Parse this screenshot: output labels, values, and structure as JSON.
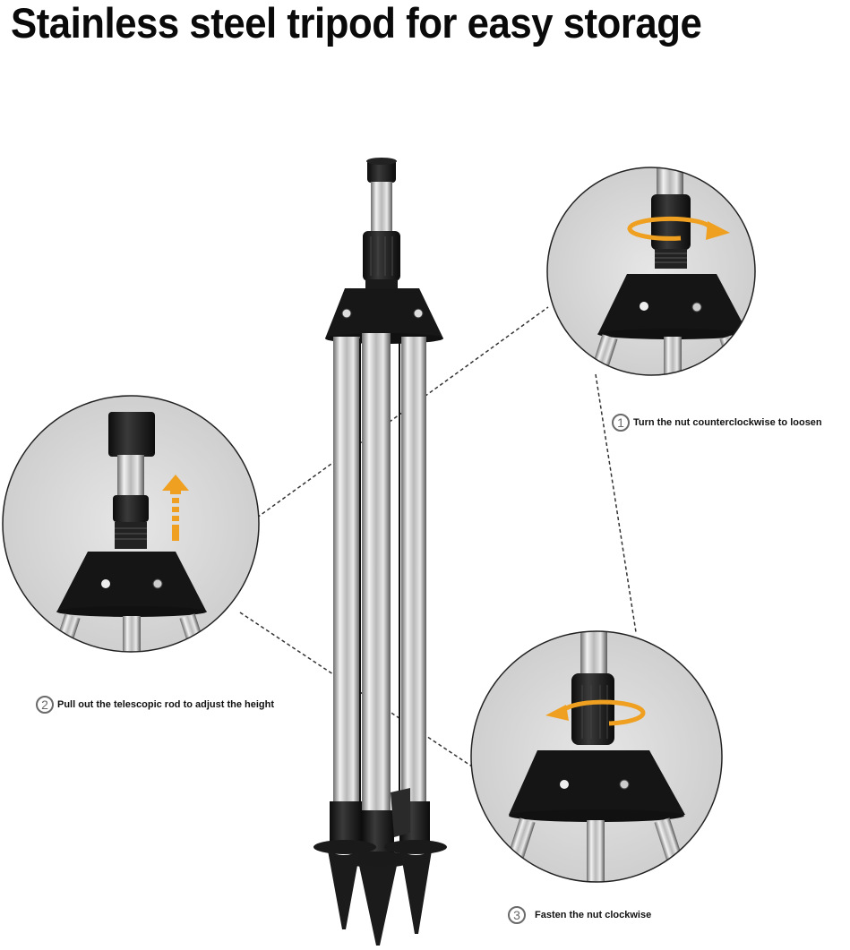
{
  "title": "Stainless steel tripod for easy storage",
  "product": {
    "name": "stainless steel telescopic tripod",
    "colors": {
      "steel_light": "#e6e6e6",
      "steel_dark": "#7a7a7a",
      "plastic_black": "#161616",
      "circle_bg": "#d9d9d9",
      "accent_arrow": "#f0a020",
      "dash_line": "#333333"
    }
  },
  "steps": [
    {
      "number": "1",
      "label": "Turn the nut counterclockwise to loosen",
      "arrow": "rotate-counterclockwise"
    },
    {
      "number": "2",
      "label": "Pull out the telescopic rod to adjust the height",
      "arrow": "pull-up"
    },
    {
      "number": "3",
      "label": "Fasten the nut clockwise",
      "arrow": "rotate-clockwise"
    }
  ]
}
